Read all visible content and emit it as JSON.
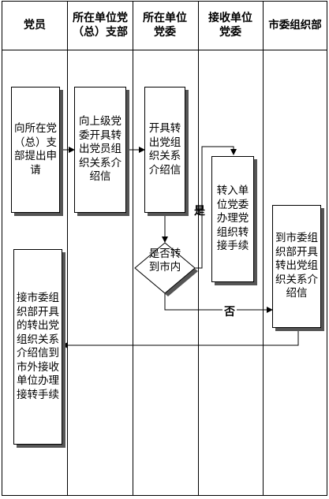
{
  "lanes": [
    {
      "id": "member",
      "header": "党员"
    },
    {
      "id": "branch",
      "header": "所在单位党（总）支部"
    },
    {
      "id": "committee",
      "header": "所在单位党委"
    },
    {
      "id": "receiving",
      "header": "接收单位党委"
    },
    {
      "id": "city",
      "header": "市委组织部"
    }
  ],
  "nodes": {
    "apply": "向所在党（总）支部提出申请",
    "branch_issue": "向上级党委开具转出党员组织关系介绍信",
    "committee_issue": "开具转出党组织关系介绍信",
    "decision": "是否转到市内",
    "receive": "转入单位党委办理党组织转接手续",
    "city_issue": "到市委组织部开具转出党组织关系介绍信",
    "external": "接市委组织部开具的转出党组织关系介绍信到市外接收单位办理接转手续"
  },
  "edges": {
    "yes_label": "是",
    "no_label": "否"
  },
  "colors": {
    "line": "#000000",
    "shadow": "#555555",
    "background": "#ffffff"
  }
}
